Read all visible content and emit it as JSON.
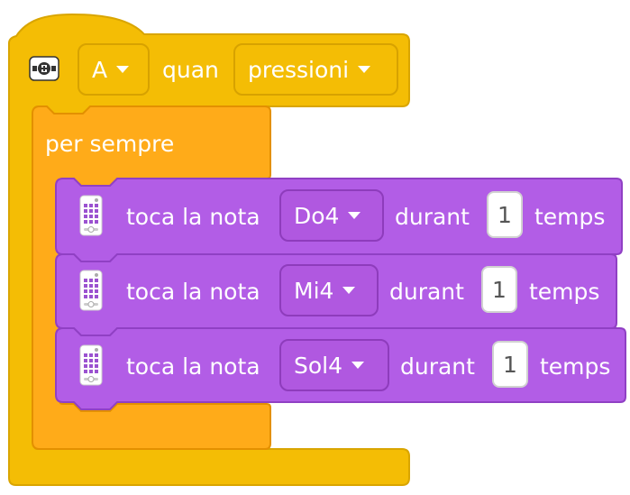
{
  "hat_block": {
    "button_dropdown": "A",
    "when_text": "quan",
    "event_dropdown": "pressioni",
    "icon": "hub-button-icon",
    "color": "#f4bd05"
  },
  "forever_block": {
    "label": "per sempre",
    "color": "#ffab19"
  },
  "note_blocks": [
    {
      "label": "toca la nota",
      "note": "Do4",
      "during": "durant",
      "beats": "1",
      "unit": "temps",
      "icon": "sound-speaker-icon"
    },
    {
      "label": "toca la nota",
      "note": "Mi4",
      "during": "durant",
      "beats": "1",
      "unit": "temps",
      "icon": "sound-speaker-icon"
    },
    {
      "label": "toca la nota",
      "note": "Sol4",
      "during": "durant",
      "beats": "1",
      "unit": "temps",
      "icon": "sound-speaker-icon"
    }
  ],
  "colors": {
    "hat": "#f4bd05",
    "forever": "#ffab19",
    "sound": "#b25de6"
  }
}
